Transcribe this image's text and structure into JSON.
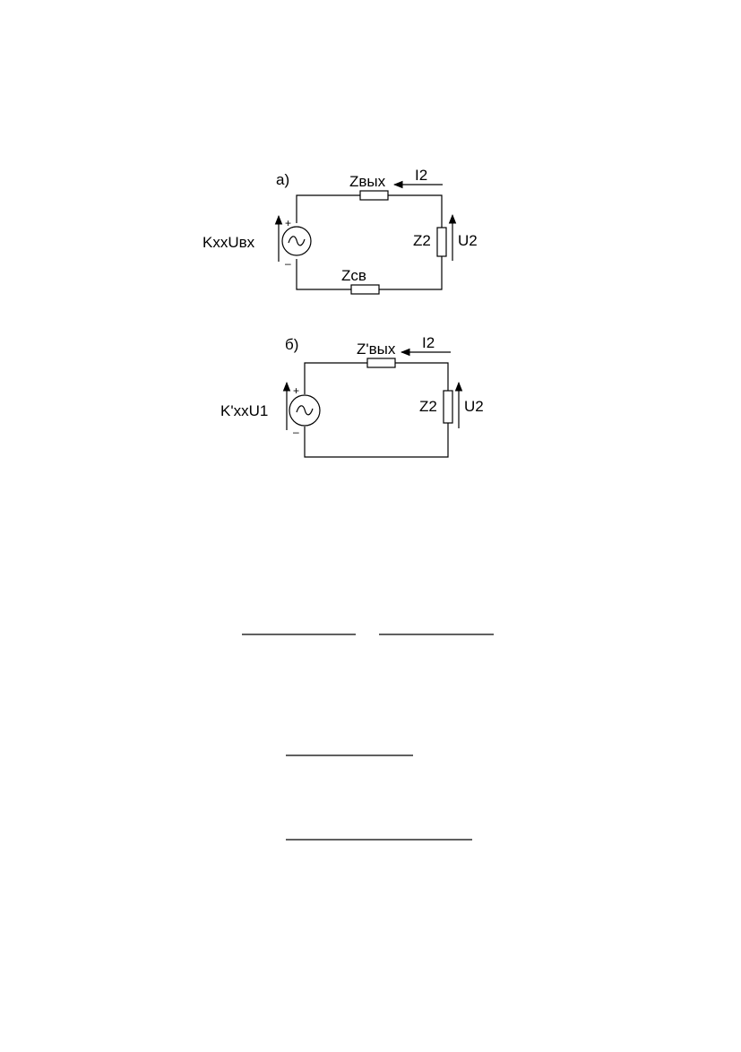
{
  "circuit_a": {
    "caption": "а)",
    "source_label": "KxxUвх",
    "plus_sign": "+",
    "minus_sign": "–",
    "top_impedance": "Zвых",
    "current_label": "I2",
    "load_label": "Z2",
    "voltage_label": "U2",
    "bottom_impedance": "Zсв"
  },
  "circuit_b": {
    "caption": "б)",
    "source_label": "K'xxU1",
    "plus_sign": "+",
    "minus_sign": "–",
    "top_impedance": "Z'вых",
    "current_label": "I2",
    "load_label": "Z2",
    "voltage_label": "U2"
  }
}
